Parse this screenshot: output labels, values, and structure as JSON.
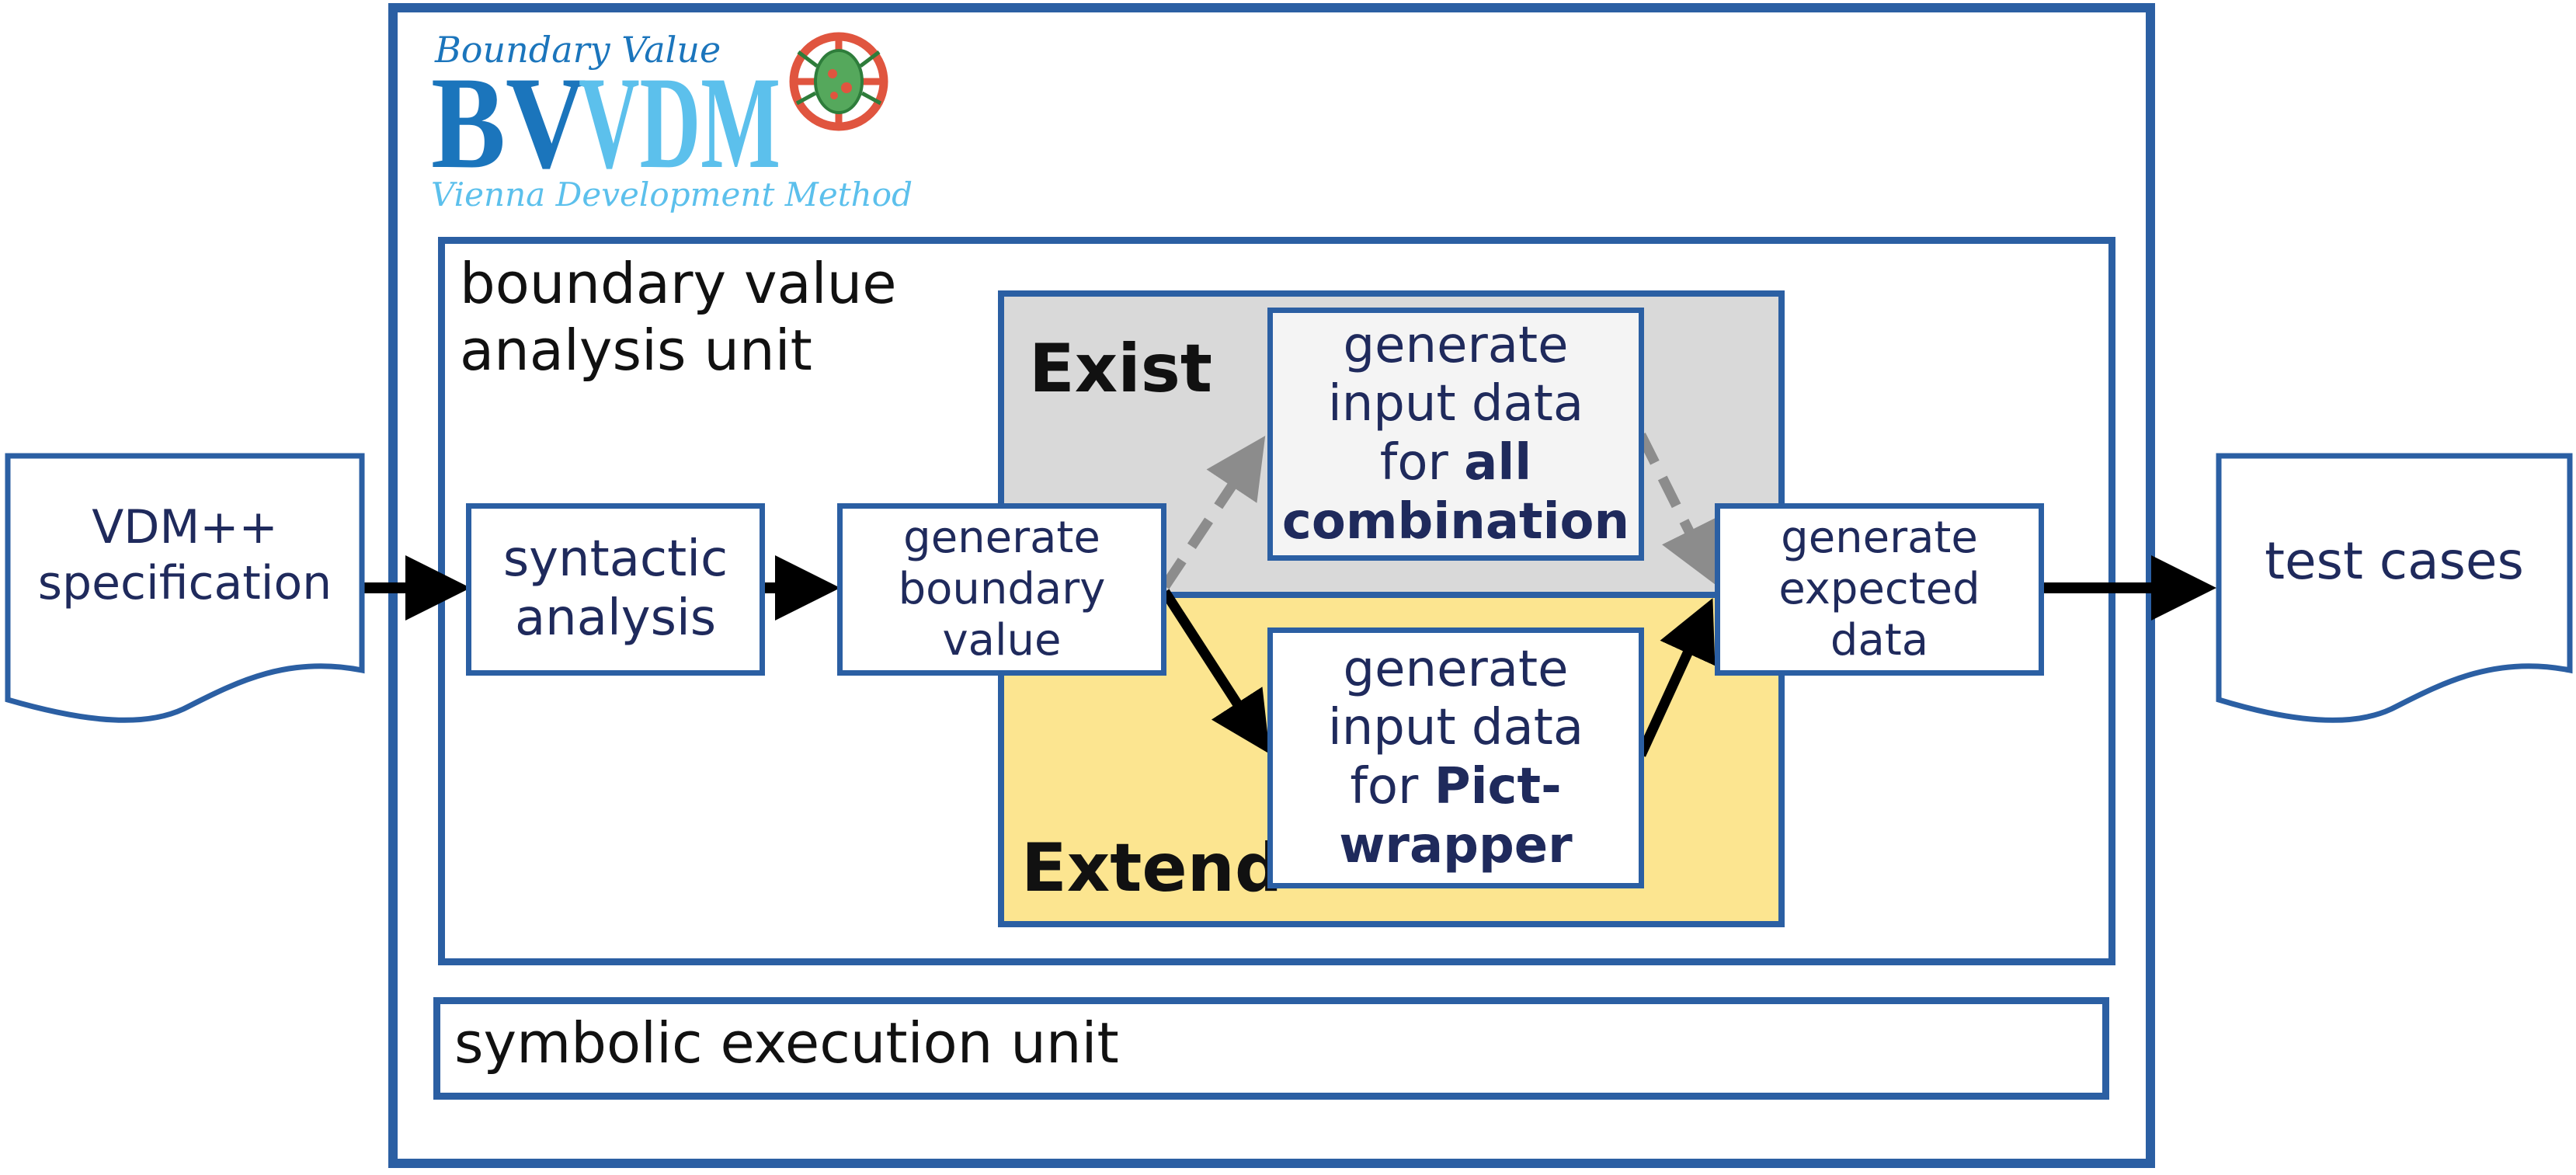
{
  "logo": {
    "top_text": "Boundary Value",
    "main_left": "BV",
    "main_right": "VDM",
    "bottom_text": "Vienna Development Method"
  },
  "nodes": {
    "vdm_spec": {
      "line1": "VDM++",
      "line2": "specification"
    },
    "test_cases": {
      "line1": "test cases"
    },
    "syntactic": {
      "line1": "syntactic",
      "line2": "analysis"
    },
    "gen_boundary": {
      "line1": "generate",
      "line2": "boundary",
      "line3": "value"
    },
    "gen_all": {
      "line1": "generate",
      "line2": "input data",
      "line3_prefix": "for ",
      "line3_bold": "all",
      "line4_bold": "combination"
    },
    "gen_pict": {
      "line1": "generate",
      "line2": "input data",
      "line3_prefix": "for ",
      "line3_bold": "Pict-",
      "line4_bold": "wrapper"
    },
    "gen_expected": {
      "line1": "generate",
      "line2": "expected",
      "line3": "data"
    }
  },
  "regions": {
    "exist": "Exist",
    "extend": "Extend"
  },
  "units": {
    "bva_line1": "boundary value",
    "bva_line2": "analysis unit",
    "symbolic": "symbolic execution unit"
  },
  "colors": {
    "border": "#2b5fa3",
    "text": "#1f2a5c",
    "exist_bg": "#d9d9d9",
    "extend_bg": "#fce590",
    "dashed_arrow": "#8c8c8c",
    "solid_arrow": "#000000",
    "logo_dark": "#1b75bc",
    "logo_light": "#5cc0ec",
    "logo_bug": "#e0553f"
  },
  "edges": [
    {
      "from": "vdm_spec",
      "to": "syntactic",
      "style": "solid"
    },
    {
      "from": "syntactic",
      "to": "gen_boundary",
      "style": "solid"
    },
    {
      "from": "gen_boundary",
      "to": "gen_all",
      "style": "dashed"
    },
    {
      "from": "gen_all",
      "to": "gen_expected",
      "style": "dashed"
    },
    {
      "from": "gen_boundary",
      "to": "gen_pict",
      "style": "solid"
    },
    {
      "from": "gen_pict",
      "to": "gen_expected",
      "style": "solid"
    },
    {
      "from": "gen_expected",
      "to": "test_cases",
      "style": "solid"
    }
  ]
}
